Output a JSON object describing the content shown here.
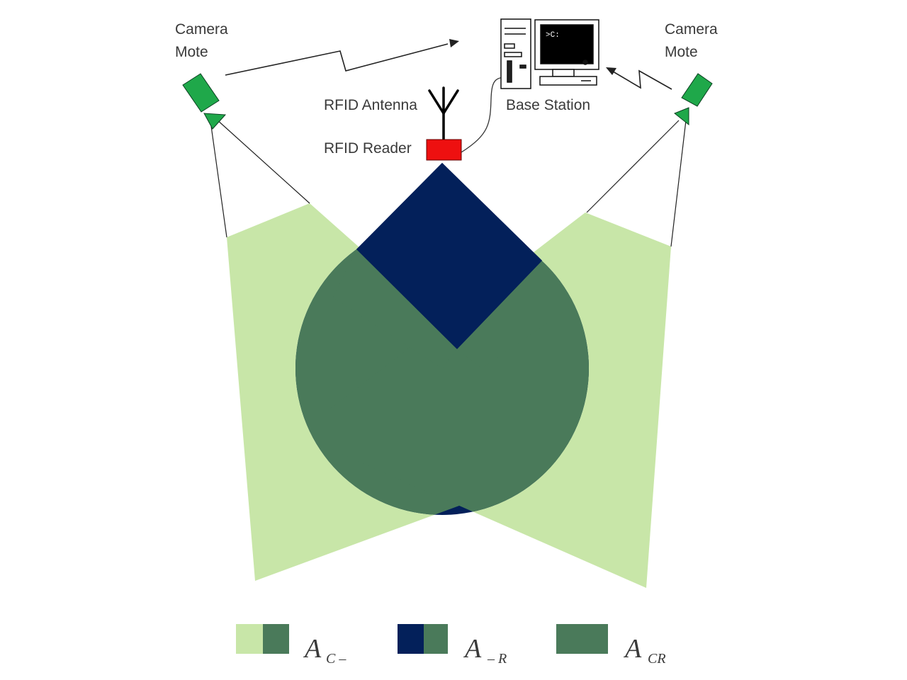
{
  "labels": {
    "camera_left_line1": "Camera",
    "camera_left_line2": "Mote",
    "camera_right_line1": "Camera",
    "camera_right_line2": "Mote",
    "rfid_antenna": "RFID Antenna",
    "rfid_reader": "RFID Reader",
    "base_station": "Base Station"
  },
  "legend": [
    {
      "symbol": "A",
      "subscript": "C –"
    },
    {
      "symbol": "A",
      "subscript": "– R"
    },
    {
      "symbol": "A",
      "subscript": "CR"
    }
  ],
  "colors": {
    "camera_coverage": "#c8e6a8",
    "rfid_coverage": "#03205a",
    "overlap_coverage": "#4a7a5a",
    "camera_mote": "#1fa84a",
    "rfid_reader": "#ee1010"
  }
}
